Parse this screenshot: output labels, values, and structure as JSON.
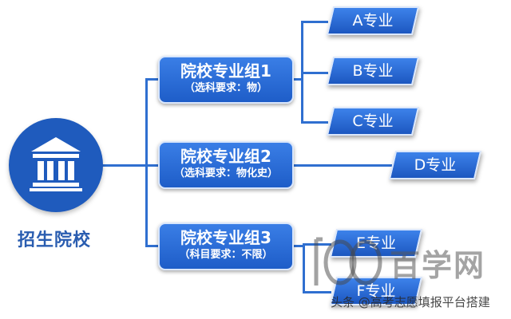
{
  "school": {
    "label": "招生院校",
    "icon": "university-building-icon"
  },
  "groups": [
    {
      "title": "院校专业组1",
      "requirement": "（选科要求：物）"
    },
    {
      "title": "院校专业组2",
      "requirement": "（选科要求：物化史）"
    },
    {
      "title": "院校专业组3",
      "requirement": "（科目要求：不限）"
    }
  ],
  "majors": [
    "A专业",
    "B专业",
    "C专业",
    "D专业",
    "E专业",
    "F专业"
  ],
  "watermark": {
    "logo_text": "百学网",
    "caption": "头条 @高考志愿填报平台搭建"
  },
  "colors": {
    "primary": "#1f5bbd",
    "line": "#2f6fd0"
  }
}
